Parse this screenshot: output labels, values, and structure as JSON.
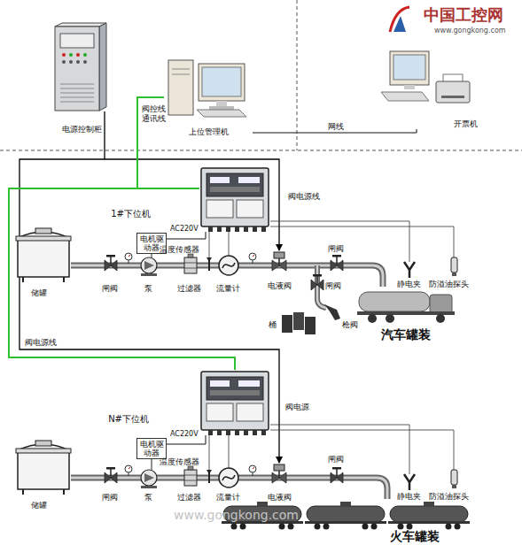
{
  "diagram": {
    "nodes": [
      {
        "text": [
          "电源控制柜"
        ]
      },
      {
        "text": [
          "上位管理机"
        ]
      },
      {
        "text": [
          "开票机"
        ]
      },
      {
        "text": [
          "1#下位机"
        ]
      },
      {
        "text": [
          "电机驱动器"
        ]
      },
      {
        "text": [
          "N#下位机"
        ]
      },
      {
        "text": [
          "电机驱动器"
        ]
      }
    ],
    "edges": [
      {
        "from": 1,
        "to": 3,
        "arrow": "none"
      },
      {
        "from": 1,
        "to": 5,
        "arrow": "none"
      },
      {
        "from": 1,
        "to": 2,
        "arrow": "none"
      },
      {
        "from": 3,
        "to": 4,
        "arrow": "none"
      },
      {
        "from": 5,
        "to": 6,
        "arrow": "none"
      }
    ],
    "labels": [
      "中国工控网",
      "www.gongkong.com",
      "阀控线 通讯线",
      "网线",
      "阀电源线",
      "储罐",
      "闸阀",
      "泵",
      "温度传感器",
      "过滤器",
      "流量计",
      "电液阀",
      "闸阀",
      "闸阀",
      "静电夹",
      "防溢油探头",
      "桶",
      "枪阀",
      "汽车罐装",
      "AC220V",
      "阀电源线",
      "AC220V",
      "储罐",
      "闸阀",
      "泵",
      "温度传感器",
      "过滤器",
      "流量计",
      "电液阀",
      "闸阀",
      "静电夹",
      "防溢油探头",
      "火车罐装",
      "阀电源",
      "www.gongkong.com"
    ]
  }
}
